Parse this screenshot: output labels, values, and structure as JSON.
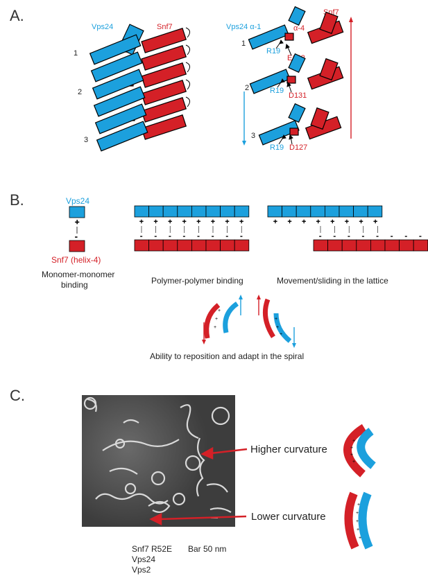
{
  "panels": {
    "a": "A.",
    "b": "B.",
    "c": "C."
  },
  "colors": {
    "blue": "#1ca0dd",
    "red": "#d42027"
  },
  "panel_a": {
    "left": {
      "vps24": "Vps24",
      "snf7": "Snf7",
      "rows": [
        "1",
        "2",
        "3"
      ]
    },
    "right": {
      "vps24_helix": "Vps24 α-1",
      "snf7": "Snf7",
      "snf7_helix": "α-4",
      "rows": [
        "1",
        "2",
        "3"
      ],
      "pairs": [
        {
          "r": "R19",
          "partner": "E142"
        },
        {
          "r": "R19",
          "partner": "D131"
        },
        {
          "r": "R19",
          "partner": "D127"
        }
      ]
    }
  },
  "panel_b": {
    "vps24": "Vps24",
    "snf7_helix": "Snf7 (helix-4)",
    "monomer_caption": [
      "Monomer-monomer",
      "binding"
    ],
    "polymer_caption": "Polymer-polymer binding",
    "sliding_caption": "Movement/sliding in the lattice",
    "bottom_caption": "Ability to reposition and adapt in the spiral"
  },
  "panel_c": {
    "higher": "Higher curvature",
    "lower": "Lower curvature",
    "sample": [
      "Snf7 R52E",
      "Vps24",
      "Vps2"
    ],
    "bar": "Bar 50 nm"
  }
}
